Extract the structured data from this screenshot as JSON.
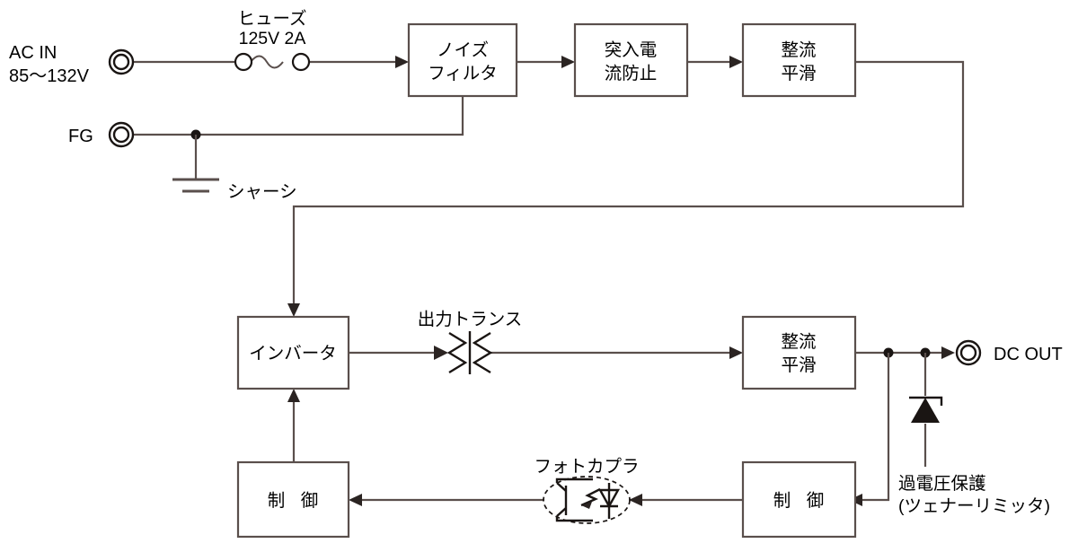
{
  "diagram": {
    "title": "switching-power-supply-block-diagram",
    "colors": {
      "wire": "#5a4f4c",
      "symbol": "#1a1513",
      "text": "#000000",
      "background": "#ffffff"
    },
    "terminals": {
      "ac_in_label_line1": "AC IN",
      "ac_in_label_line2": "85〜132V",
      "fg_label": "FG",
      "dc_out_label": "DC OUT"
    },
    "components": {
      "fuse_label_line1": "ヒューズ",
      "fuse_label_line2": "125V 2A",
      "chassis_label": "シャーシ",
      "output_transformer_label": "出力トランス",
      "photocoupler_label": "フォトカプラ",
      "ovp_label_line1": "過電圧保護",
      "ovp_label_line2": "(ツェナーリミッタ)"
    },
    "blocks": [
      {
        "id": "noise-filter",
        "line1": "ノイズ",
        "line2": "フィルタ"
      },
      {
        "id": "inrush-current-limiter",
        "line1": "突入電",
        "line2": "流防止"
      },
      {
        "id": "primary-rectifier-smoother",
        "line1": "整流",
        "line2": "平滑"
      },
      {
        "id": "inverter",
        "line1": "インバータ",
        "line2": ""
      },
      {
        "id": "secondary-rectifier-smoother",
        "line1": "整流",
        "line2": "平滑"
      },
      {
        "id": "primary-control",
        "line1": "制 御",
        "line2": ""
      },
      {
        "id": "secondary-control",
        "line1": "制 御",
        "line2": ""
      }
    ]
  }
}
